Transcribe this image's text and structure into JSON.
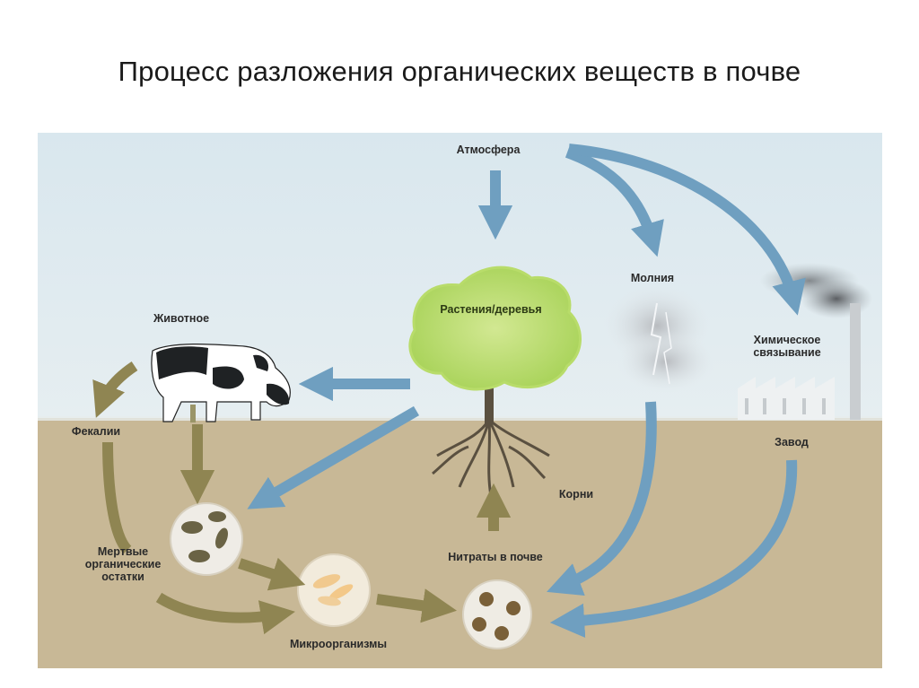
{
  "slide": {
    "title": "Процесс разложения органических веществ в почве"
  },
  "diagram": {
    "labels": {
      "atmosphere": "Атмосфера",
      "plants": "Растения/деревья",
      "lightning": "Молния",
      "chemical_fixation_line1": "Химическое",
      "chemical_fixation_line2": "связывание",
      "animal": "Животное",
      "feces": "Фекалии",
      "factory": "Завод",
      "roots": "Корни",
      "dead_remains_line1": "Мертвые",
      "dead_remains_line2": "органические",
      "dead_remains_line3": "остатки",
      "nitrates": "Нитраты в почве",
      "microorganisms": "Микроорганизмы"
    },
    "colors": {
      "sky": "#dce9ee",
      "soil": "#c8b896",
      "blue_arrow": "#6f9fc0",
      "brown_arrow": "#8f8552",
      "tree_crown": "#c4e07a",
      "root": "#5a5040"
    }
  }
}
